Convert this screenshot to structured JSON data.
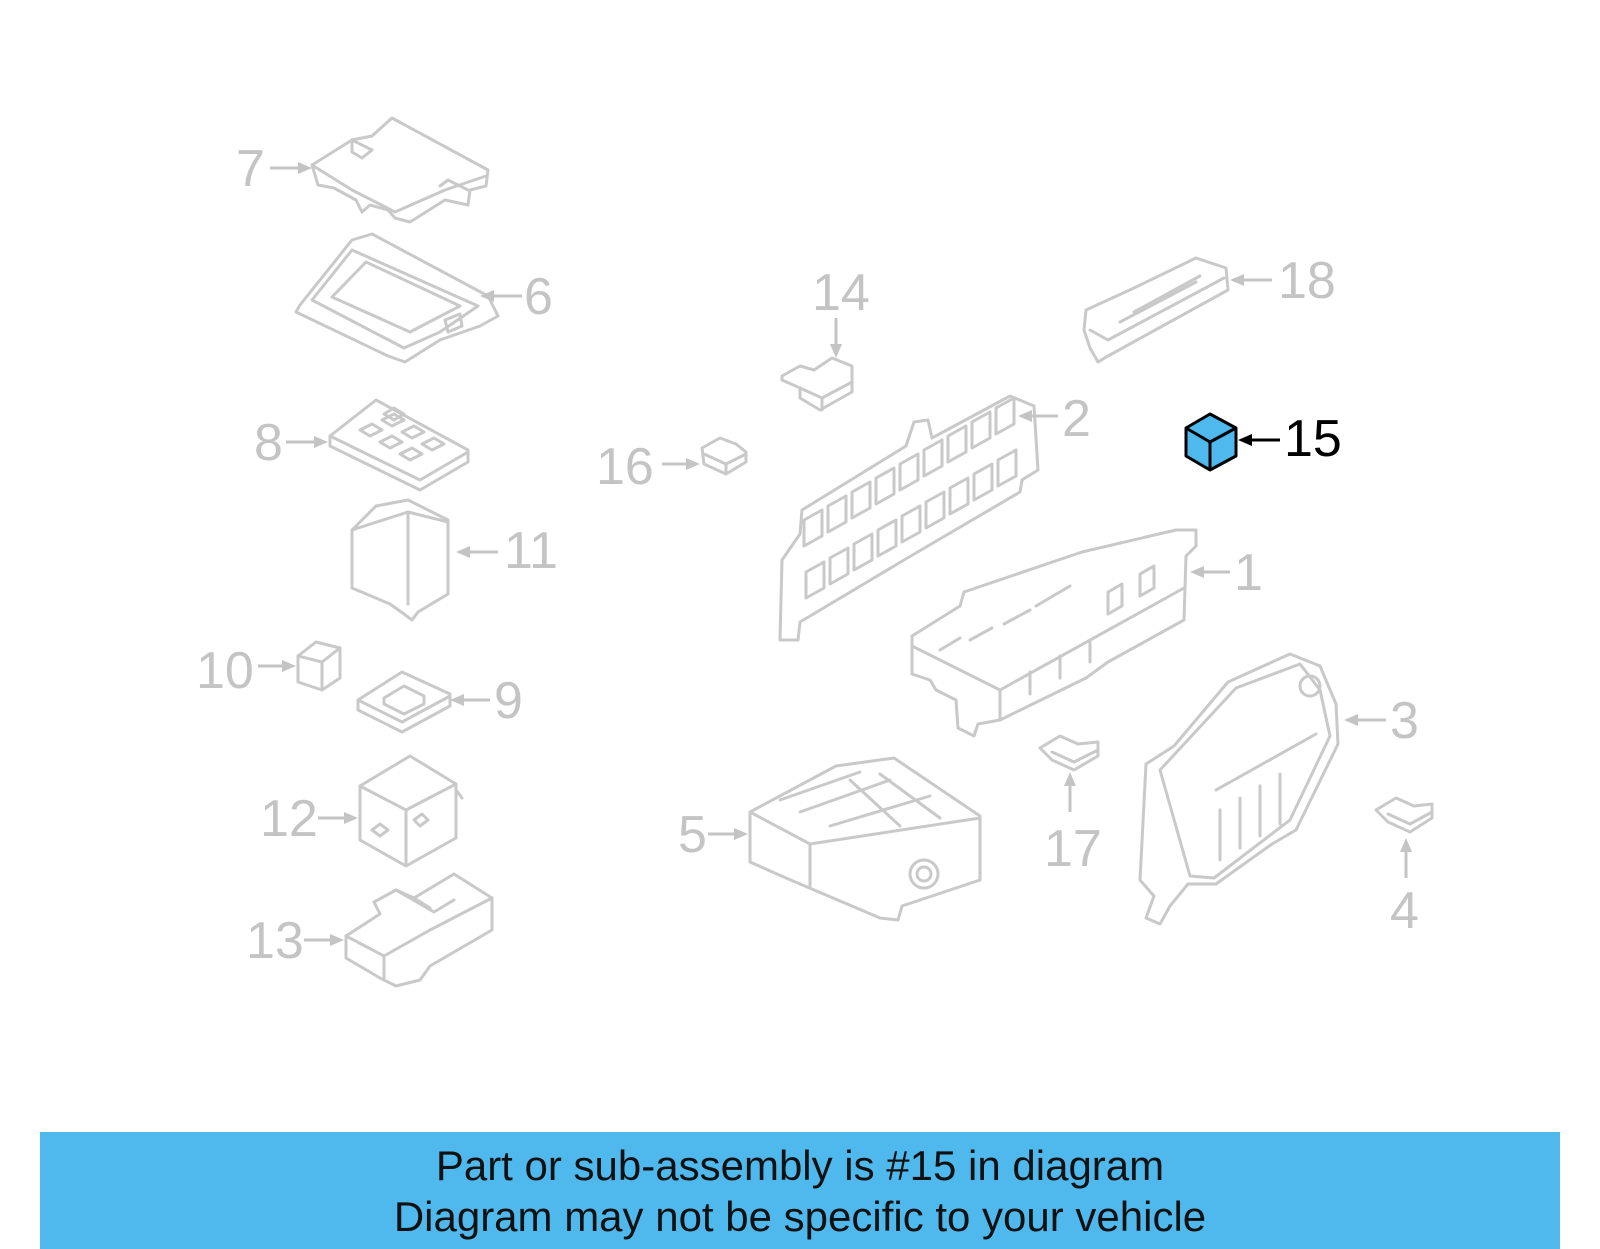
{
  "diagram": {
    "highlight_color": "#4fb9ee",
    "part_stroke_color": "#c9c9c9",
    "highlighted_part": "15",
    "callouts": [
      {
        "id": "c1",
        "number": "1"
      },
      {
        "id": "c2",
        "number": "2"
      },
      {
        "id": "c3",
        "number": "3"
      },
      {
        "id": "c4",
        "number": "4"
      },
      {
        "id": "c5",
        "number": "5"
      },
      {
        "id": "c6",
        "number": "6"
      },
      {
        "id": "c7",
        "number": "7"
      },
      {
        "id": "c8",
        "number": "8"
      },
      {
        "id": "c9",
        "number": "9"
      },
      {
        "id": "c10",
        "number": "10"
      },
      {
        "id": "c11",
        "number": "11"
      },
      {
        "id": "c12",
        "number": "12"
      },
      {
        "id": "c13",
        "number": "13"
      },
      {
        "id": "c14",
        "number": "14"
      },
      {
        "id": "c15",
        "number": "15"
      },
      {
        "id": "c16",
        "number": "16"
      },
      {
        "id": "c17",
        "number": "17"
      },
      {
        "id": "c18",
        "number": "18"
      }
    ]
  },
  "banner": {
    "background_color": "#4fb9ee",
    "line1": "Part or sub-assembly is #15 in diagram",
    "line2": "Diagram may not be specific to your vehicle"
  }
}
